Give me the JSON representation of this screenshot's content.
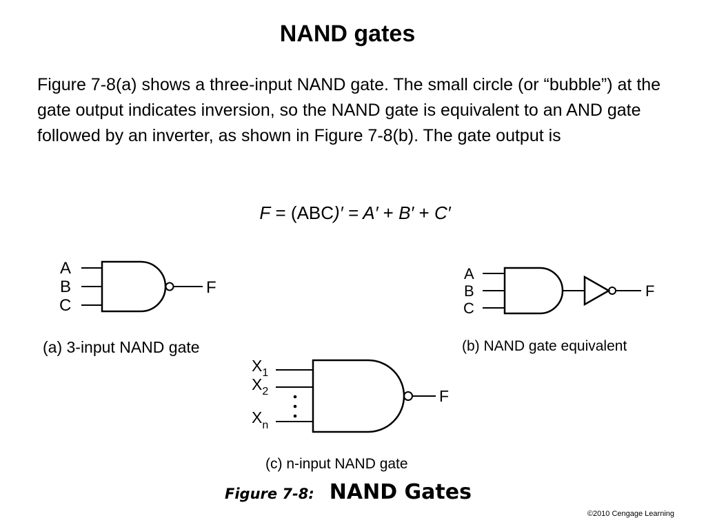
{
  "slide": {
    "title": "NAND gates",
    "paragraph": "Figure 7-8(a) shows a three-input NAND gate. The small circle (or “bubble”) at the gate output indicates inversion, so the NAND gate is equivalent to an AND gate followed by an inverter, as shown in Figure 7-8(b). The gate output is",
    "formula": {
      "f": "F",
      "eq1": " = (",
      "abc": "ABC",
      "prime1": ")′ = ",
      "a": "A′",
      "plus1": " + ",
      "b": "B′",
      "plus2": " + ",
      "c": "C′"
    },
    "figure_label": "Figure 7-8:",
    "figure_title": "NAND Gates",
    "copyright": "©2010 Cengage Learning"
  },
  "diagram_a": {
    "inputs": [
      "A",
      "B",
      "C"
    ],
    "output": "F",
    "caption": "(a) 3-input NAND gate"
  },
  "diagram_b": {
    "inputs": [
      "A",
      "B",
      "C"
    ],
    "output": "F",
    "caption": "(b) NAND gate equivalent"
  },
  "diagram_c": {
    "input_first": "X",
    "input_first_sub": "1",
    "input_second": "X",
    "input_second_sub": "2",
    "input_last": "X",
    "input_last_sub": "n",
    "output": "F",
    "caption": "(c) n-input NAND gate"
  }
}
